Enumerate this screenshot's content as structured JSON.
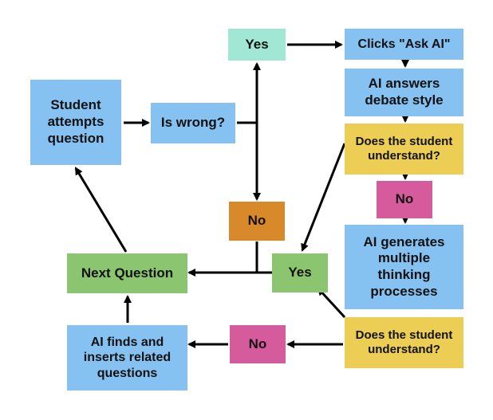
{
  "colors": {
    "blue": "#85C2F2",
    "mint": "#A2E7D3",
    "yellow": "#EDCE54",
    "magenta": "#D65B9D",
    "orange": "#D8892A",
    "green": "#8CC56F",
    "arrow": "#000000"
  },
  "nodes": {
    "student_attempts": "Student\nattempts\nquestion",
    "is_wrong": "Is wrong?",
    "yes_top": "Yes",
    "clicks_ask_ai": "Clicks \"Ask AI\"",
    "ai_answers": "AI answers\ndebate style",
    "understand_1": "Does the student\nunderstand?",
    "no_mid": "No",
    "no_orange": "No",
    "ai_generates": "AI generates\nmultiple\nthinking\nprocesses",
    "next_question": "Next Question",
    "yes_green": "Yes",
    "understand_2": "Does the student\nunderstand?",
    "no_bottom": "No",
    "ai_finds": "AI finds and\ninserts related\nquestions"
  }
}
